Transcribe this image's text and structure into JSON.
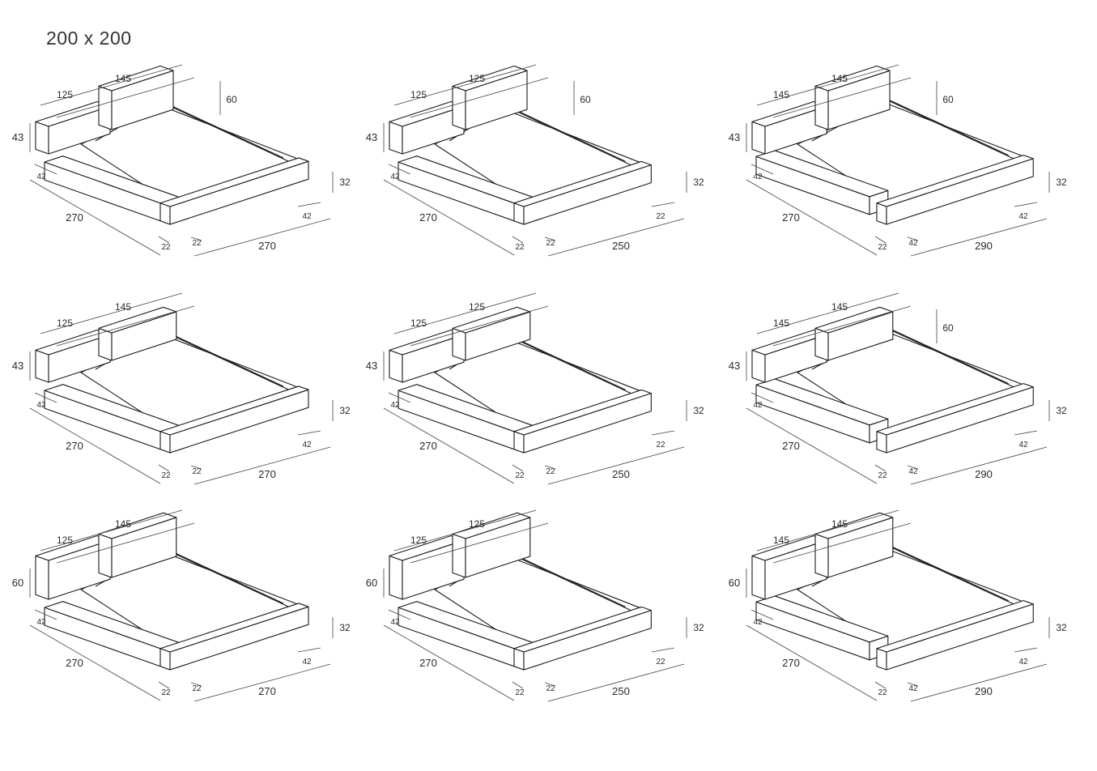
{
  "title": "200 x 200",
  "colors": {
    "line": "#1a1a1a",
    "dim": "#444444",
    "bg": "#ffffff"
  },
  "variants": [
    {
      "id": "r1c1",
      "back": "half",
      "side": "long",
      "top_dims": [
        "125",
        "145"
      ],
      "top_right": "60",
      "height_left": "43",
      "height_right": "32",
      "side_depth": "42",
      "length": "270",
      "foot_small": [
        "22",
        "22"
      ],
      "foot_right_small": "42",
      "width": "270"
    },
    {
      "id": "r1c2",
      "back": "half",
      "side": "long",
      "top_dims": [
        "125",
        "125"
      ],
      "top_right": "60",
      "height_left": "43",
      "height_right": "32",
      "side_depth": "42",
      "length": "270",
      "foot_small": [
        "22",
        "22"
      ],
      "foot_right_small": "22",
      "width": "250"
    },
    {
      "id": "r1c3",
      "back": "half",
      "side": "short",
      "top_dims": [
        "145",
        "145"
      ],
      "top_right": "60",
      "height_left": "43",
      "height_right": "32",
      "side_depth": "42",
      "length": "270",
      "foot_small": [
        "22",
        "42"
      ],
      "foot_right_small": "42",
      "width": "290"
    },
    {
      "id": "r2c1",
      "back": "flat",
      "side": "long",
      "top_dims": [
        "125",
        "145"
      ],
      "top_right": "",
      "height_left": "43",
      "height_right": "32",
      "side_depth": "42",
      "length": "270",
      "foot_small": [
        "22",
        "22"
      ],
      "foot_right_small": "42",
      "width": "270"
    },
    {
      "id": "r2c2",
      "back": "flat",
      "side": "long",
      "top_dims": [
        "125",
        "125"
      ],
      "top_right": "",
      "height_left": "43",
      "height_right": "32",
      "side_depth": "42",
      "length": "270",
      "foot_small": [
        "22",
        "22"
      ],
      "foot_right_small": "22",
      "width": "250"
    },
    {
      "id": "r2c3",
      "back": "flat",
      "side": "short",
      "top_dims": [
        "145",
        "145"
      ],
      "top_right": "60",
      "height_left": "43",
      "height_right": "32",
      "side_depth": "42",
      "length": "270",
      "foot_small": [
        "22",
        "42"
      ],
      "foot_right_small": "42",
      "width": "290"
    },
    {
      "id": "r3c1",
      "back": "full",
      "side": "long",
      "top_dims": [
        "125",
        "145"
      ],
      "top_right": "",
      "height_left": "60",
      "height_right": "32",
      "side_depth": "42",
      "length": "270",
      "foot_small": [
        "22",
        "22"
      ],
      "foot_right_small": "42",
      "width": "270"
    },
    {
      "id": "r3c2",
      "back": "full",
      "side": "long",
      "top_dims": [
        "125",
        "125"
      ],
      "top_right": "",
      "height_left": "60",
      "height_right": "32",
      "side_depth": "42",
      "length": "270",
      "foot_small": [
        "22",
        "22"
      ],
      "foot_right_small": "22",
      "width": "250"
    },
    {
      "id": "r3c3",
      "back": "full",
      "side": "short",
      "top_dims": [
        "145",
        "145"
      ],
      "top_right": "",
      "height_left": "60",
      "height_right": "32",
      "side_depth": "42",
      "length": "270",
      "foot_small": [
        "22",
        "42"
      ],
      "foot_right_small": "42",
      "width": "290"
    }
  ]
}
